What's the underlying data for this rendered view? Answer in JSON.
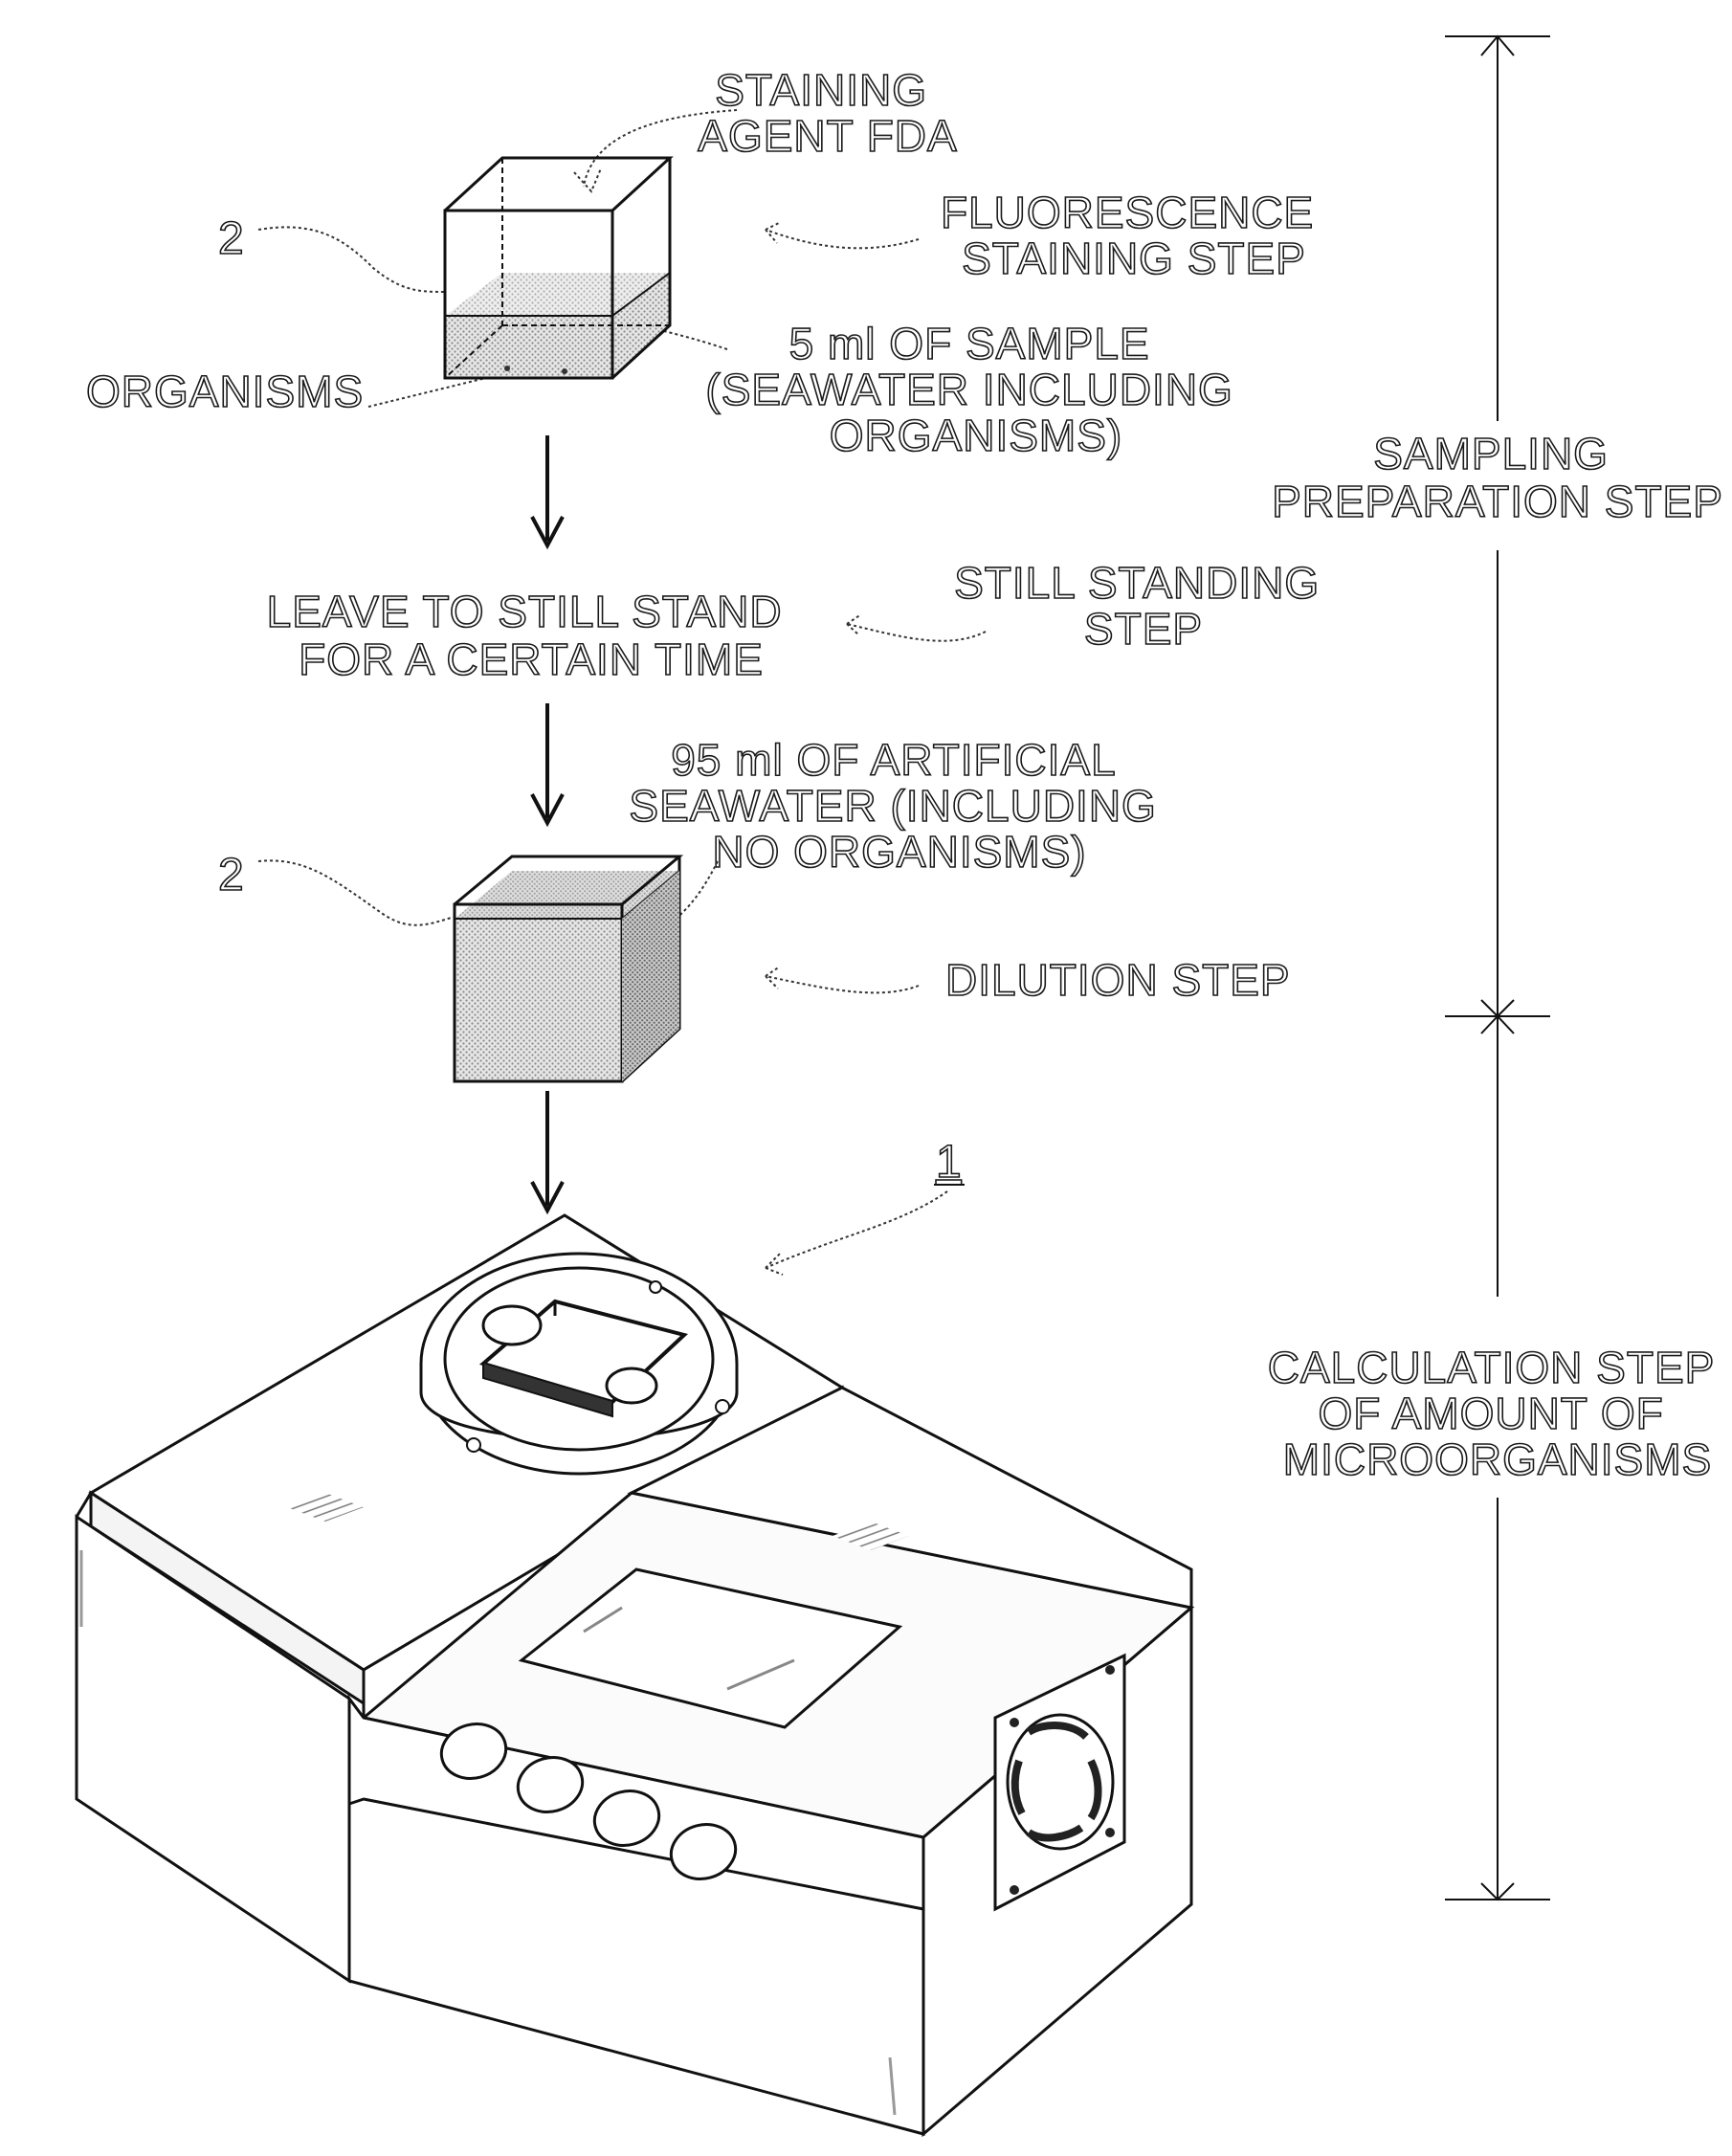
{
  "labels": {
    "staining_agent": [
      "STAINING",
      "AGENT FDA"
    ],
    "ref_container_top": "2",
    "fluorescence_step": [
      "FLUORESCENCE",
      "STAINING STEP"
    ],
    "organisms": "ORGANISMS",
    "sample": [
      "5 ml OF SAMPLE",
      "(SEAWATER INCLUDING",
      "ORGANISMS)"
    ],
    "sampling_preparation": [
      "SAMPLING",
      "PREPARATION STEP"
    ],
    "leave_still": [
      "LEAVE TO STILL STAND",
      "FOR A CERTAIN TIME"
    ],
    "still_standing_step": [
      "STILL STANDING",
      "STEP"
    ],
    "artificial_seawater": [
      "95 ml OF ARTIFICIAL",
      "SEAWATER (INCLUDING",
      "NO ORGANISMS)"
    ],
    "ref_container_bottom": "2",
    "dilution_step": "DILUTION STEP",
    "ref_device": "1",
    "calculation_step": [
      "CALCULATION STEP",
      "OF AMOUNT OF",
      "MICROORGANISMS"
    ]
  }
}
